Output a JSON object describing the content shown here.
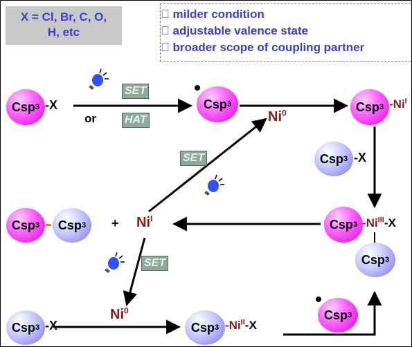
{
  "header_box": {
    "line1": "X = Cl, Br, C,  O,",
    "line2": "H, etc"
  },
  "features": [
    "milder condition",
    "adjustable valence state",
    "broader scope of coupling partner"
  ],
  "feature_glyph": "",
  "species": {
    "csp3": "Csp",
    "x_suffix": "-X",
    "x_plain": "X",
    "ni_dash": "-Ni",
    "ni": "Ni",
    "ni0_sup": "0",
    "ni1_sup": "I",
    "ni2_sup": "II",
    "ni3_sup": "III",
    "cube": "3"
  },
  "conditions": {
    "set": "SET",
    "hat": "HAT",
    "or": "or",
    "plus": "+"
  },
  "colors": {
    "accent_text": "#3b3bd9",
    "nickel": "#8b1a1a",
    "tag_bg": "#8faa9c",
    "pink": "#ff66ff",
    "blue": "#9b9bf5",
    "bond": "#ff7a00"
  },
  "icons": {
    "light": "lightbulb-icon"
  }
}
